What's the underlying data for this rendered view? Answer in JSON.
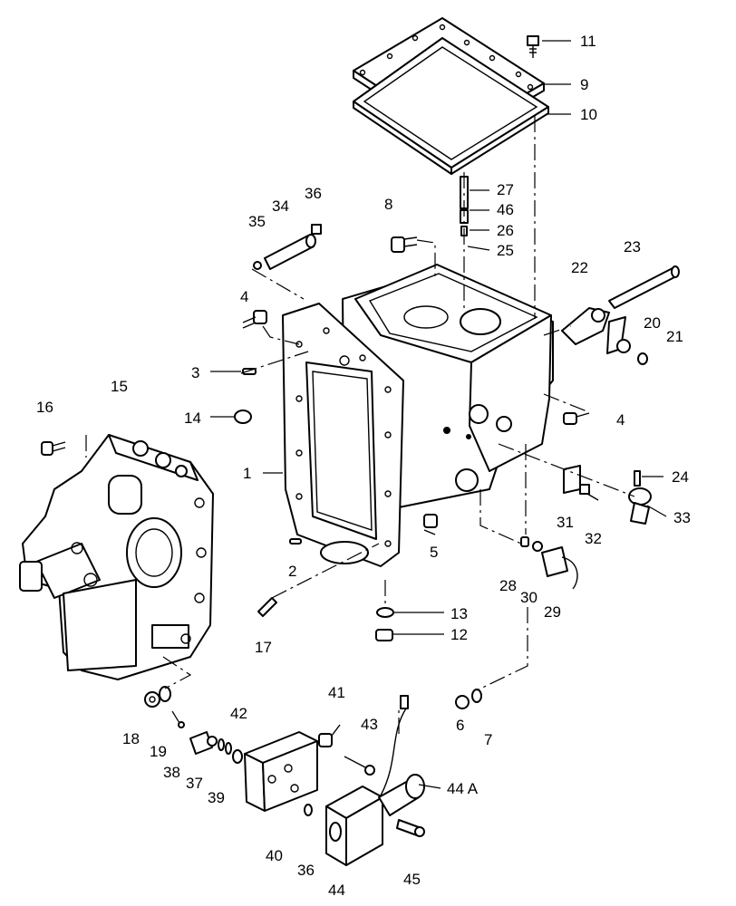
{
  "diagram": {
    "callouts": {
      "c1": "1",
      "c2": "2",
      "c3": "3",
      "c4a": "4",
      "c4b": "4",
      "c5": "5",
      "c6": "6",
      "c7": "7",
      "c8": "8",
      "c9": "9",
      "c10": "10",
      "c11": "11",
      "c12": "12",
      "c13": "13",
      "c14": "14",
      "c15": "15",
      "c16": "16",
      "c17": "17",
      "c18": "18",
      "c19": "19",
      "c20": "20",
      "c21": "21",
      "c22": "22",
      "c23": "23",
      "c24": "24",
      "c25": "25",
      "c26": "26",
      "c27": "27",
      "c28": "28",
      "c29": "29",
      "c30": "30",
      "c31": "31",
      "c32": "32",
      "c33": "33",
      "c34": "34",
      "c35": "35",
      "c36a": "36",
      "c36b": "36",
      "c37": "37",
      "c38": "38",
      "c39": "39",
      "c40": "40",
      "c41": "41",
      "c42": "42",
      "c43": "43",
      "c44": "44",
      "c44a": "44 A",
      "c45": "45",
      "c46": "46"
    }
  }
}
